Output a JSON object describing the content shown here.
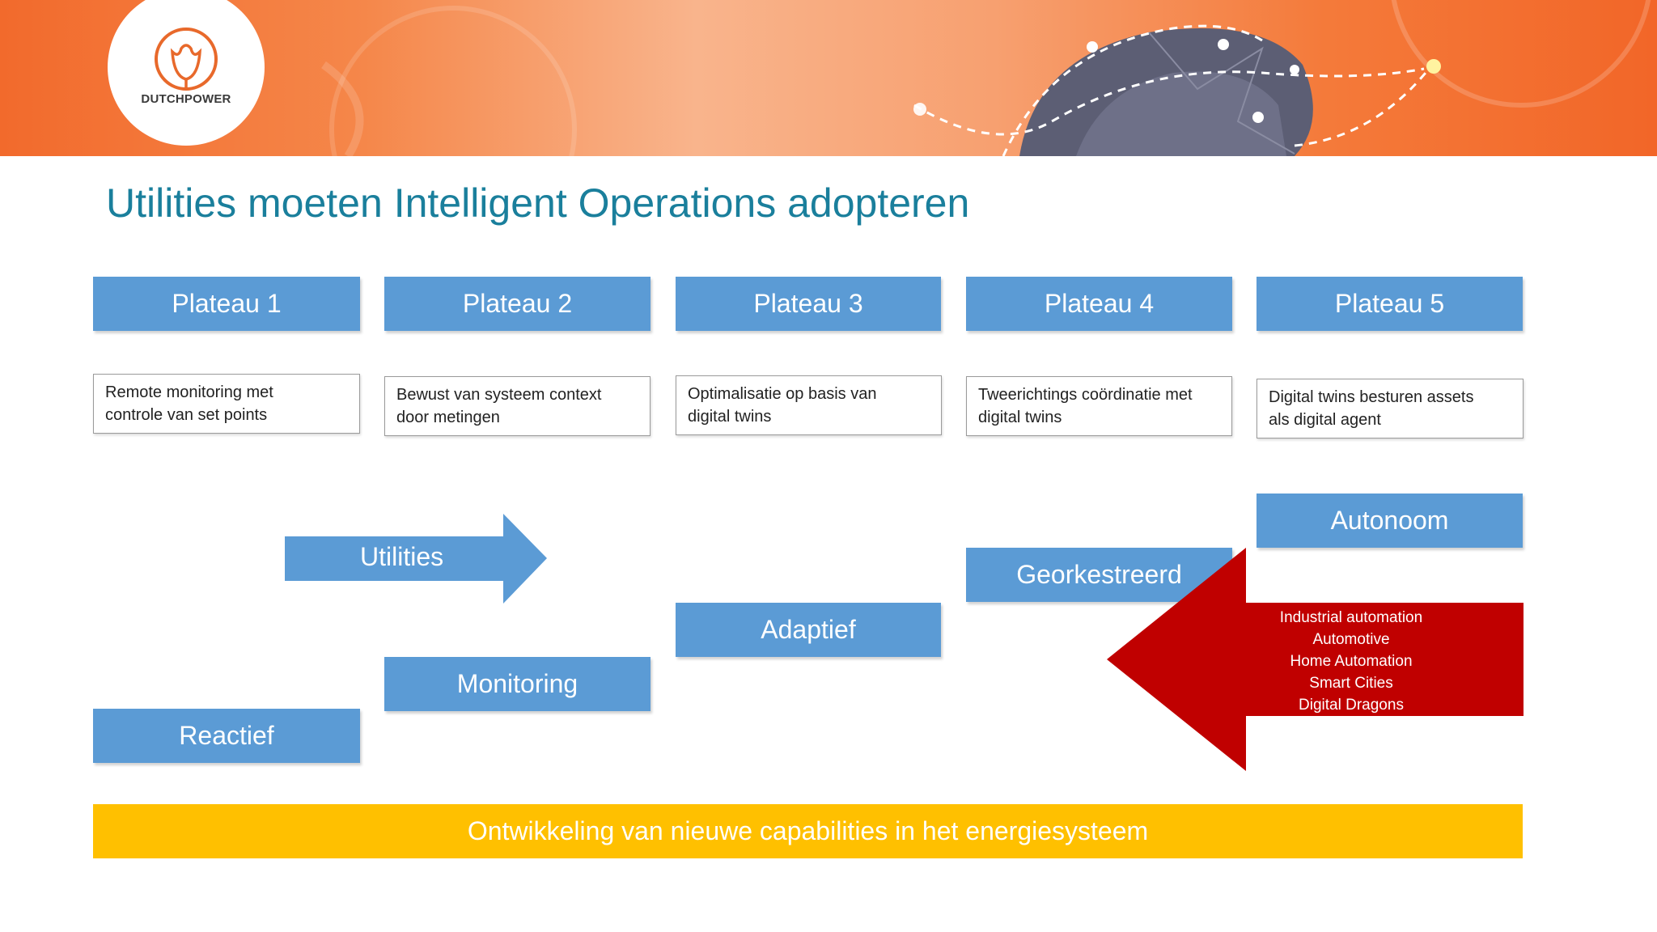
{
  "logo": {
    "name": "DUTCHPOWER"
  },
  "title": "Utilities moeten Intelligent Operations adopteren",
  "plateaus": [
    {
      "label": "Plateau 1",
      "desc": [
        "Remote monitoring met",
        "controle van set points"
      ]
    },
    {
      "label": "Plateau 2",
      "desc": [
        "Bewust van systeem context",
        "door metingen"
      ]
    },
    {
      "label": "Plateau 3",
      "desc": [
        "Optimalisatie op basis  van",
        "digital twins"
      ]
    },
    {
      "label": "Plateau 4",
      "desc": [
        "Tweerichtings coördinatie met",
        "digital twins"
      ]
    },
    {
      "label": "Plateau 5",
      "desc": [
        "Digital twins besturen assets",
        "als digital agent"
      ]
    }
  ],
  "stages": {
    "reactief": "Reactief",
    "monitoring": "Monitoring",
    "adaptief": "Adaptief",
    "georkestreerd": "Georkestreerd",
    "autonoom": "Autonoom"
  },
  "utilities_arrow": "Utilities",
  "industry_arrow": [
    "Industrial automation",
    "Automotive",
    "Home Automation",
    "Smart Cities",
    "Digital Dragons"
  ],
  "bottom_bar": "Ontwikkeling van nieuwe capabilities in het energiesysteem",
  "colors": {
    "banner": "#f47a3a",
    "title": "#1a7f9c",
    "box_blue": "#5b9bd5",
    "arrow_red": "#c00000",
    "bar_yellow": "#ffc000"
  }
}
